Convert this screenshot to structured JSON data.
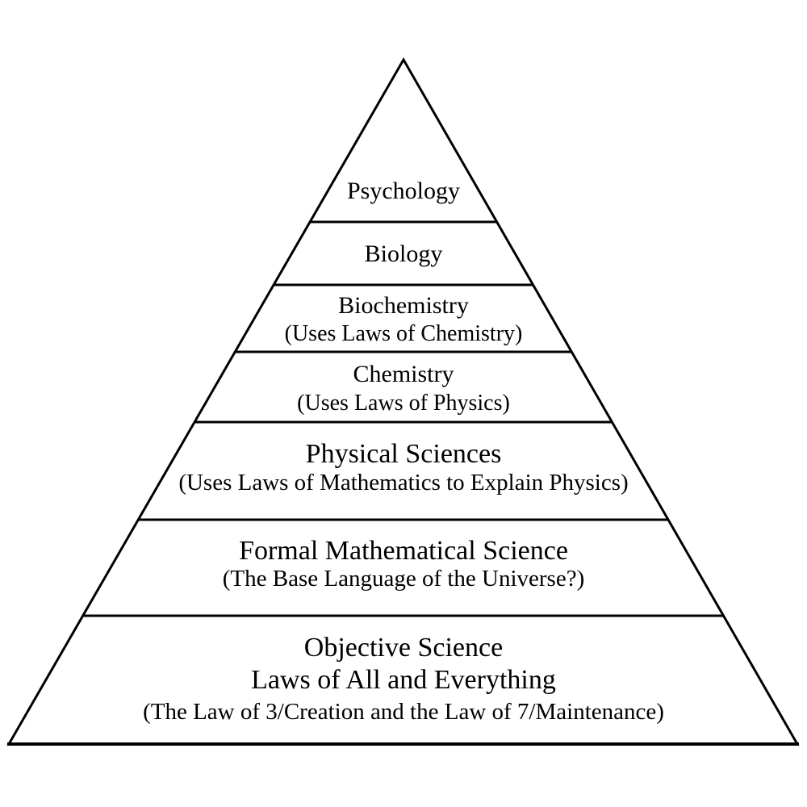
{
  "diagram": {
    "type": "pyramid-hierarchy",
    "colors": {
      "background": "#ffffff",
      "stroke": "#000000",
      "text": "#000000"
    },
    "levels": [
      {
        "id": 1,
        "title": "Psychology"
      },
      {
        "id": 2,
        "title": "Biology"
      },
      {
        "id": 3,
        "title": "Biochemistry",
        "subtitle": "(Uses Laws of Chemistry)"
      },
      {
        "id": 4,
        "title": "Chemistry",
        "subtitle": "(Uses Laws of Physics)"
      },
      {
        "id": 5,
        "title": "Physical Sciences",
        "subtitle": "(Uses Laws of Mathematics to Explain Physics)"
      },
      {
        "id": 6,
        "title": "Formal Mathematical Science",
        "subtitle": "(The Base Language of the Universe?)"
      },
      {
        "id": 7,
        "title": "Objective Science",
        "title2": "Laws of All and Everything",
        "subtitle": "(The Law of 3/Creation and the Law of 7/Maintenance)"
      }
    ]
  }
}
